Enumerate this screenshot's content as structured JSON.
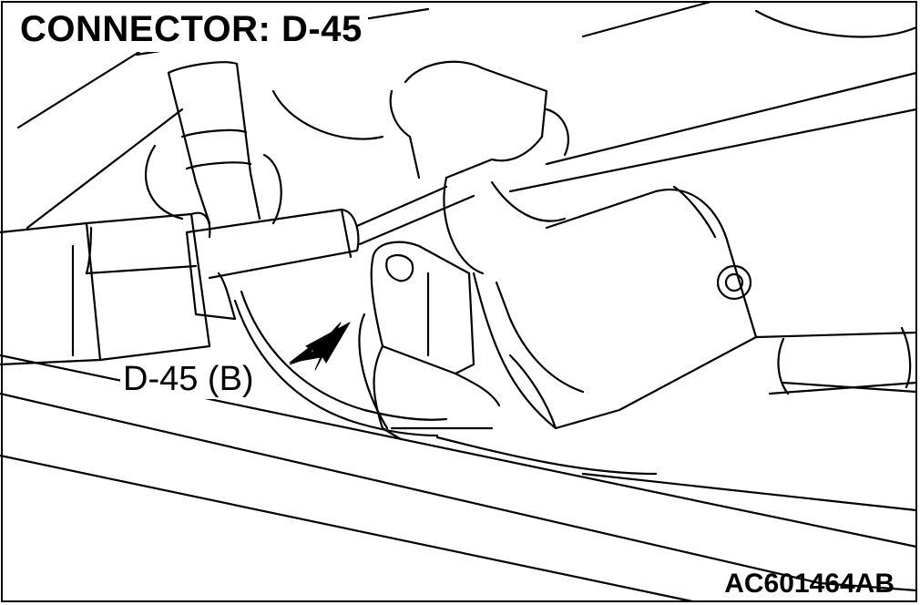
{
  "title": "CONNECTOR: D-45",
  "callout": "D-45 (B)",
  "figure_id": "AC601464AB",
  "colors": {
    "line": "#000000",
    "background": "#ffffff"
  }
}
